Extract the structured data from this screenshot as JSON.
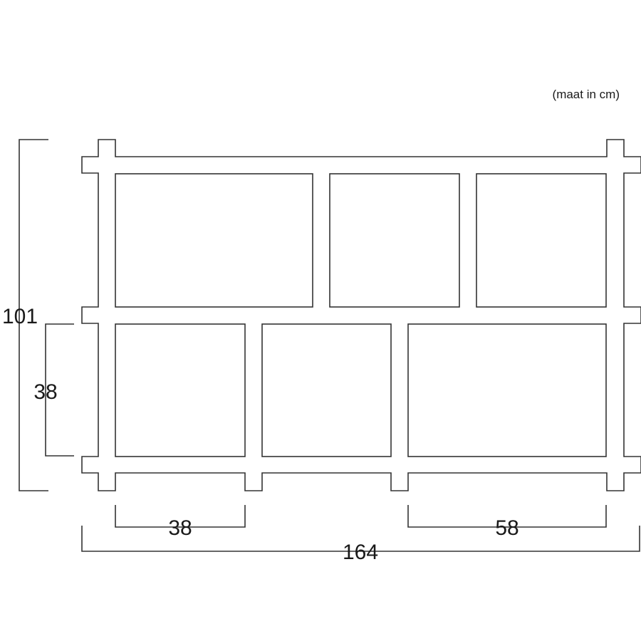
{
  "unit_note": "(maat in cm)",
  "dimensions": {
    "total_height": "101",
    "row_height": "38",
    "cell_width_small": "38",
    "cell_width_large": "58",
    "total_width": "164"
  },
  "colors": {
    "line": "#333333",
    "background": "#ffffff"
  }
}
